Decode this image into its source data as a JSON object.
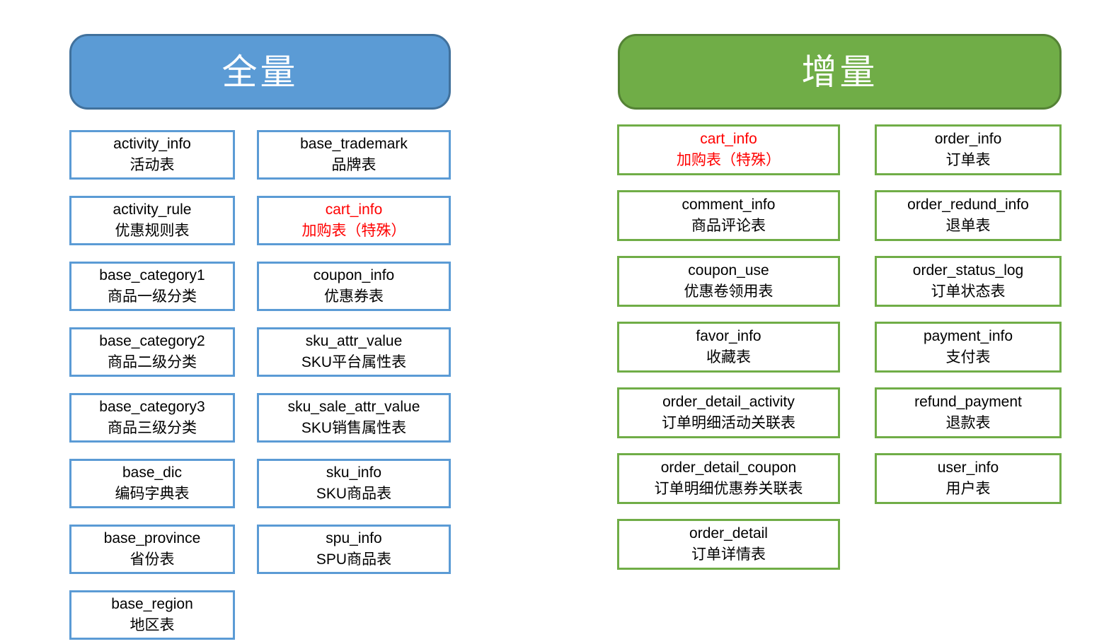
{
  "colors": {
    "background": "#FFFFFF",
    "full_header_fill": "#5B9BD5",
    "full_header_border": "#41719C",
    "incremental_header_fill": "#70AD47",
    "incremental_header_border": "#548235",
    "full_box_border": "#5B9BD5",
    "incremental_box_border": "#70AD47",
    "text": "#000000",
    "special_text": "#FF0000"
  },
  "sections": [
    {
      "title": "全量",
      "columns": [
        {
          "tables": [
            {
              "name": "activity_info",
              "label": "活动表"
            },
            {
              "name": "activity_rule",
              "label": "优惠规则表"
            },
            {
              "name": "base_category1",
              "label": "商品一级分类"
            },
            {
              "name": "base_category2",
              "label": "商品二级分类"
            },
            {
              "name": "base_category3",
              "label": "商品三级分类"
            },
            {
              "name": "base_dic",
              "label": "编码字典表"
            },
            {
              "name": "base_province",
              "label": "省份表"
            },
            {
              "name": "base_region",
              "label": "地区表"
            }
          ]
        },
        {
          "tables": [
            {
              "name": "base_trademark",
              "label": "品牌表"
            },
            {
              "name": "cart_info",
              "label": "加购表（特殊）",
              "special": true
            },
            {
              "name": "coupon_info",
              "label": "优惠券表"
            },
            {
              "name": "sku_attr_value",
              "label": "SKU平台属性表"
            },
            {
              "name": "sku_sale_attr_value",
              "label": "SKU销售属性表"
            },
            {
              "name": "sku_info",
              "label": "SKU商品表"
            },
            {
              "name": "spu_info",
              "label": "SPU商品表"
            }
          ]
        }
      ]
    },
    {
      "title": "增量",
      "columns": [
        {
          "tables": [
            {
              "name": "cart_info",
              "label": "加购表（特殊）",
              "special": true
            },
            {
              "name": "comment_info",
              "label": "商品评论表"
            },
            {
              "name": "coupon_use",
              "label": "优惠卷领用表"
            },
            {
              "name": "favor_info",
              "label": "收藏表"
            },
            {
              "name": "order_detail_activity",
              "label": "订单明细活动关联表"
            },
            {
              "name": "order_detail_coupon",
              "label": "订单明细优惠券关联表"
            },
            {
              "name": "order_detail",
              "label": "订单详情表"
            }
          ]
        },
        {
          "tables": [
            {
              "name": "order_info",
              "label": "订单表"
            },
            {
              "name": "order_redund_info",
              "label": "退单表"
            },
            {
              "name": "order_status_log",
              "label": "订单状态表"
            },
            {
              "name": "payment_info",
              "label": "支付表"
            },
            {
              "name": "refund_payment",
              "label": "退款表"
            },
            {
              "name": "user_info",
              "label": "用户表"
            }
          ]
        }
      ]
    }
  ]
}
